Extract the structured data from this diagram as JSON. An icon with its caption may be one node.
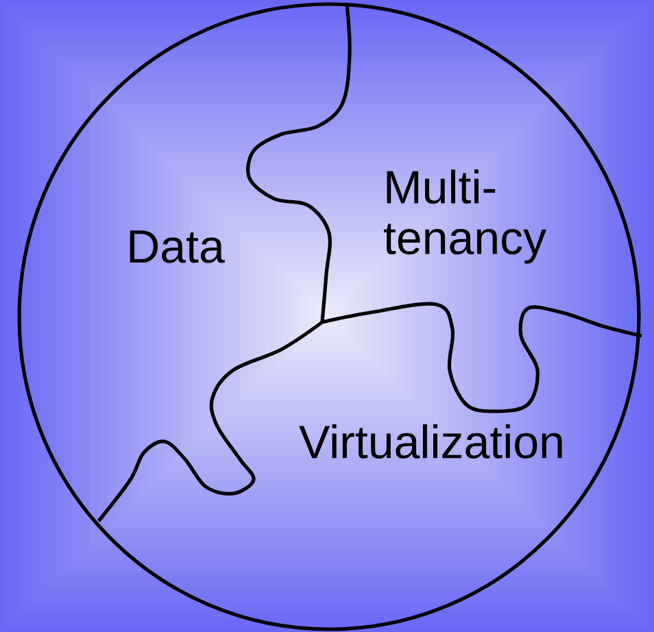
{
  "diagram": {
    "nodes": [
      {
        "text": [
          "Data"
        ]
      },
      {
        "text": [
          "Multi-tenancy"
        ]
      },
      {
        "text": [
          "Virtualization"
        ]
      }
    ]
  }
}
